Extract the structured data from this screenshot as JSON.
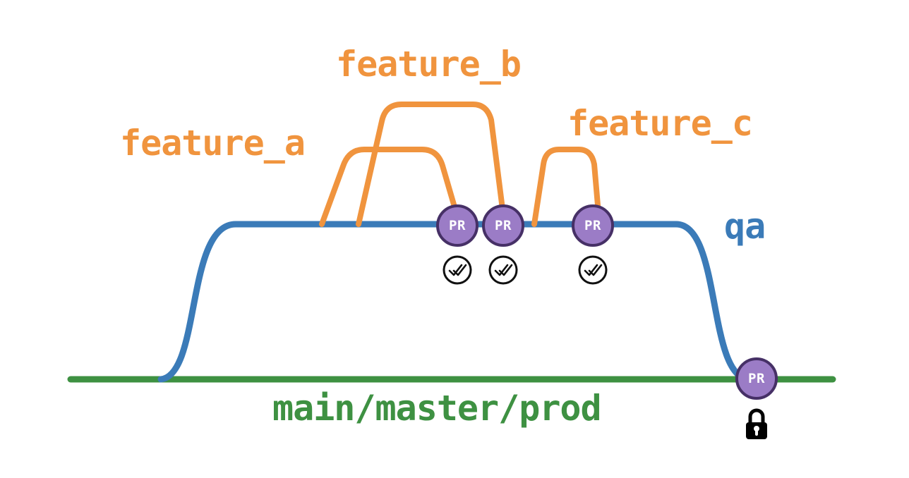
{
  "diagram": {
    "labels": {
      "feature_a": "feature_a",
      "feature_b": "feature_b",
      "feature_c": "feature_c",
      "qa": "qa",
      "main": "main/master/prod"
    },
    "pr_badges": [
      "PR",
      "PR",
      "PR",
      "PR"
    ],
    "icons": {
      "approval": "double-check-icon",
      "protection": "lock-icon"
    },
    "colors": {
      "orange": "#f0943e",
      "blue": "#3b7bb8",
      "green": "#3e9142",
      "purple_fill": "#9b7cc6",
      "purple_border": "#463066",
      "ink": "#111111",
      "white": "#ffffff"
    }
  }
}
